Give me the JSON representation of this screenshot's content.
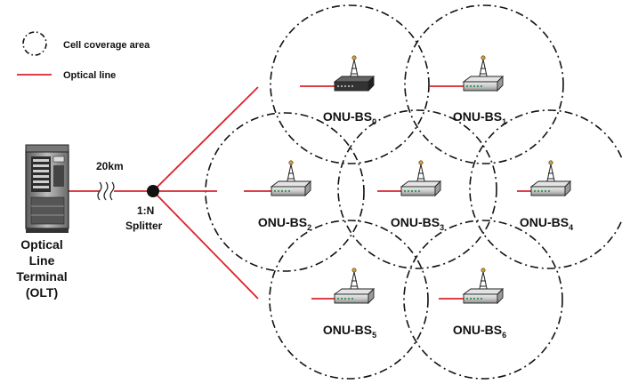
{
  "legend": {
    "coverage_label": "Cell coverage area",
    "optical_label": "Optical line"
  },
  "olt": {
    "label_lines": [
      "Optical",
      "Line",
      "Terminal",
      "(OLT)"
    ]
  },
  "fiber": {
    "distance_label": "20km"
  },
  "splitter": {
    "ratio_label": "1:N",
    "name_label": "Splitter"
  },
  "onu_base_stations": [
    {
      "prefix": "ONU-BS",
      "index": "0"
    },
    {
      "prefix": "ONU-BS",
      "index": "1"
    },
    {
      "prefix": "ONU-BS",
      "index": "2"
    },
    {
      "prefix": "ONU-BS",
      "index": "3"
    },
    {
      "prefix": "ONU-BS",
      "index": "4"
    },
    {
      "prefix": "ONU-BS",
      "index": "5"
    },
    {
      "prefix": "ONU-BS",
      "index": "6"
    }
  ],
  "colors": {
    "optical_line": "#d9232e",
    "coverage_circle": "#111111",
    "device": "#9a9a9a"
  }
}
